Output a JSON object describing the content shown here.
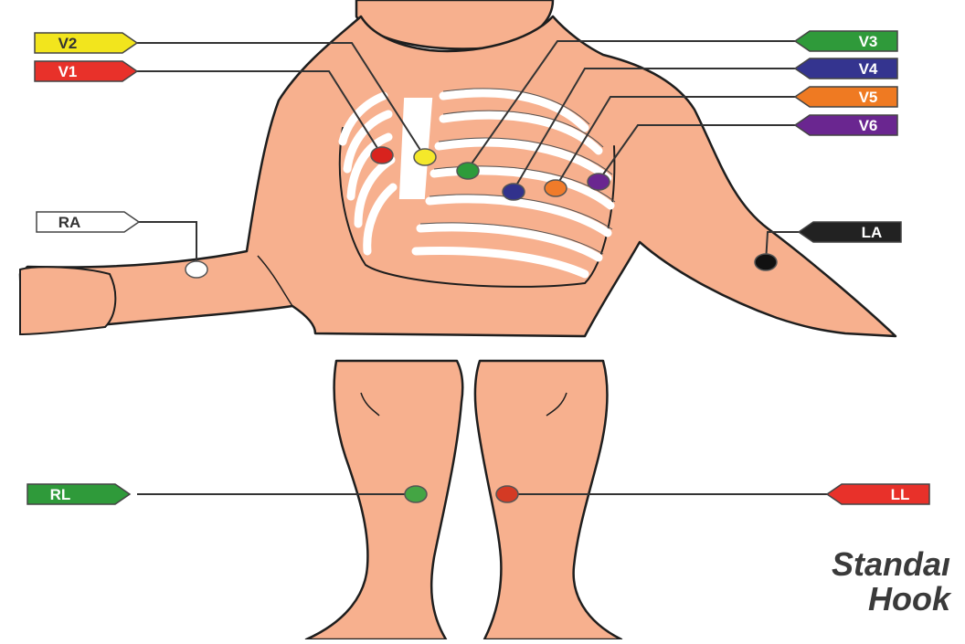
{
  "leads": [
    {
      "label": "V2",
      "color": "#f2e51d",
      "dot_color": "#f4e82a"
    },
    {
      "label": "V1",
      "color": "#e8312a",
      "dot_color": "#d8231e"
    },
    {
      "label": "V3",
      "color": "#2f9a3a",
      "dot_color": "#2d9b3a"
    },
    {
      "label": "V4",
      "color": "#34348f",
      "dot_color": "#32328c"
    },
    {
      "label": "V5",
      "color": "#ef7a22",
      "dot_color": "#f07b2a"
    },
    {
      "label": "V6",
      "color": "#6a2690",
      "dot_color": "#6a2690"
    },
    {
      "label": "RA",
      "color": "#ffffff",
      "dot_color": "#ffffff"
    },
    {
      "label": "LA",
      "color": "#222222",
      "dot_color": "#111111"
    },
    {
      "label": "RL",
      "color": "#2f9a3a",
      "dot_color": "#44a544"
    },
    {
      "label": "LL",
      "color": "#e8312a",
      "dot_color": "#d43a24"
    }
  ],
  "caption": {
    "line1": "Standaı",
    "line2": "Hook"
  },
  "colors": {
    "skin": "#f7b08e",
    "skin_outline": "#1e1e1e",
    "rib": "#ffffff",
    "background": "#ffffff"
  }
}
